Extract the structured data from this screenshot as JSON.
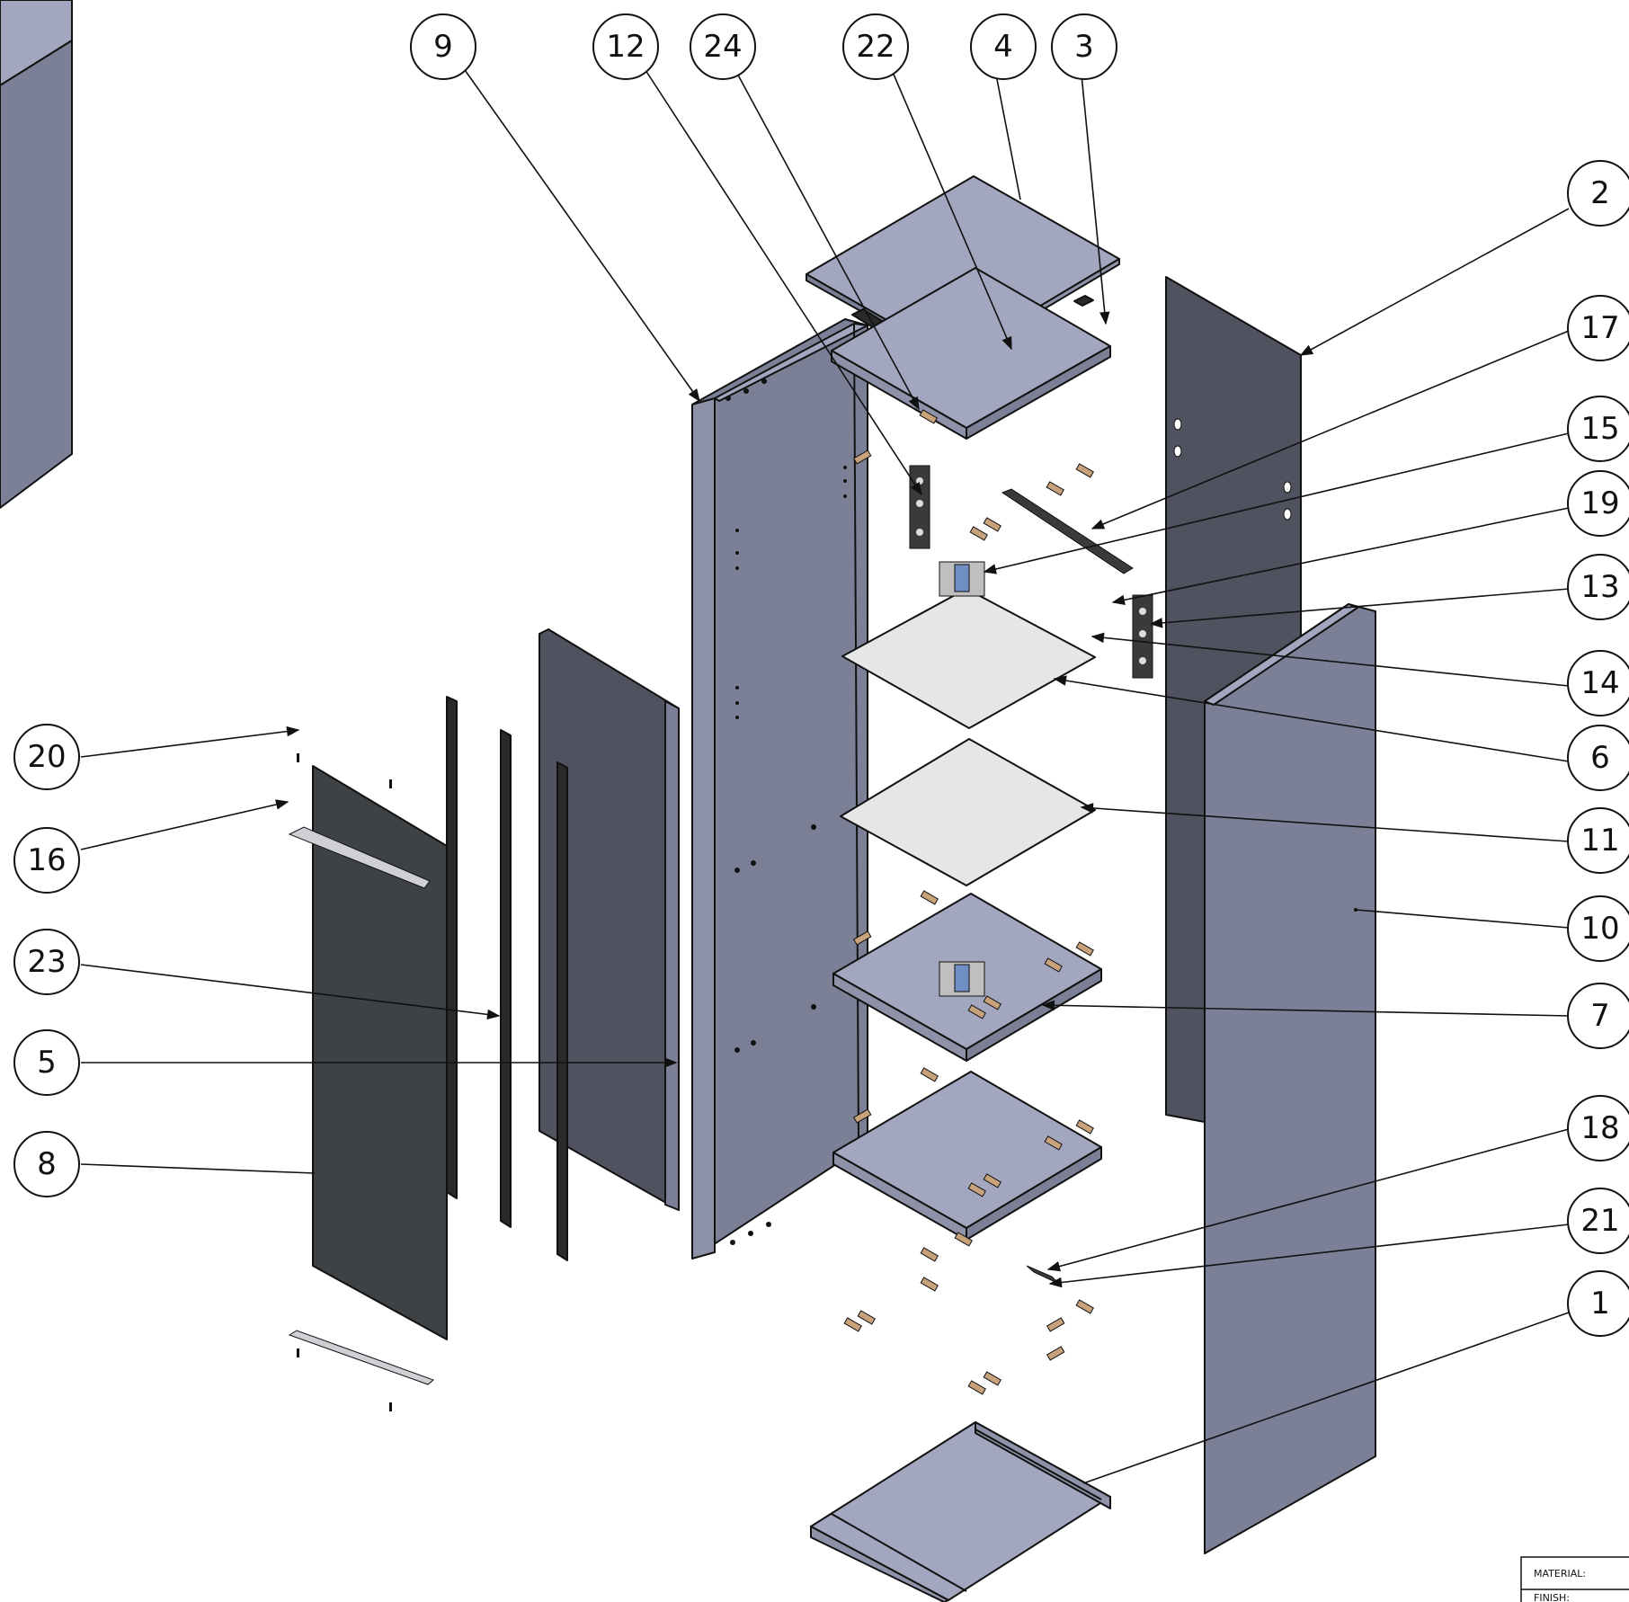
{
  "colors": {
    "panel_light": "#a3a6bf",
    "panel_mid": "#7c8097",
    "panel_dark": "#50525f",
    "door_dark": "#3e4244",
    "glass": "#e6e6e8",
    "strip": "#2a2a2a",
    "dowel": "#c8a27a",
    "hardware": "#3a3a3a",
    "hinge_blue": "#6e8fc4",
    "outline": "#111111"
  },
  "balloons": [
    {
      "id": "balloon-9",
      "label": "9"
    },
    {
      "id": "balloon-12",
      "label": "12"
    },
    {
      "id": "balloon-24",
      "label": "24"
    },
    {
      "id": "balloon-22",
      "label": "22"
    },
    {
      "id": "balloon-4",
      "label": "4"
    },
    {
      "id": "balloon-3",
      "label": "3"
    },
    {
      "id": "balloon-2",
      "label": "2"
    },
    {
      "id": "balloon-17",
      "label": "17"
    },
    {
      "id": "balloon-15",
      "label": "15"
    },
    {
      "id": "balloon-19",
      "label": "19"
    },
    {
      "id": "balloon-13",
      "label": "13"
    },
    {
      "id": "balloon-14",
      "label": "14"
    },
    {
      "id": "balloon-6",
      "label": "6"
    },
    {
      "id": "balloon-11",
      "label": "11"
    },
    {
      "id": "balloon-10",
      "label": "10"
    },
    {
      "id": "balloon-7",
      "label": "7"
    },
    {
      "id": "balloon-18",
      "label": "18"
    },
    {
      "id": "balloon-21",
      "label": "21"
    },
    {
      "id": "balloon-1",
      "label": "1"
    },
    {
      "id": "balloon-20",
      "label": "20"
    },
    {
      "id": "balloon-16",
      "label": "16"
    },
    {
      "id": "balloon-23",
      "label": "23"
    },
    {
      "id": "balloon-5",
      "label": "5"
    },
    {
      "id": "balloon-8",
      "label": "8"
    }
  ],
  "title_block": {
    "material_label": "MATERIAL:",
    "finish_label": "FINISH:"
  }
}
